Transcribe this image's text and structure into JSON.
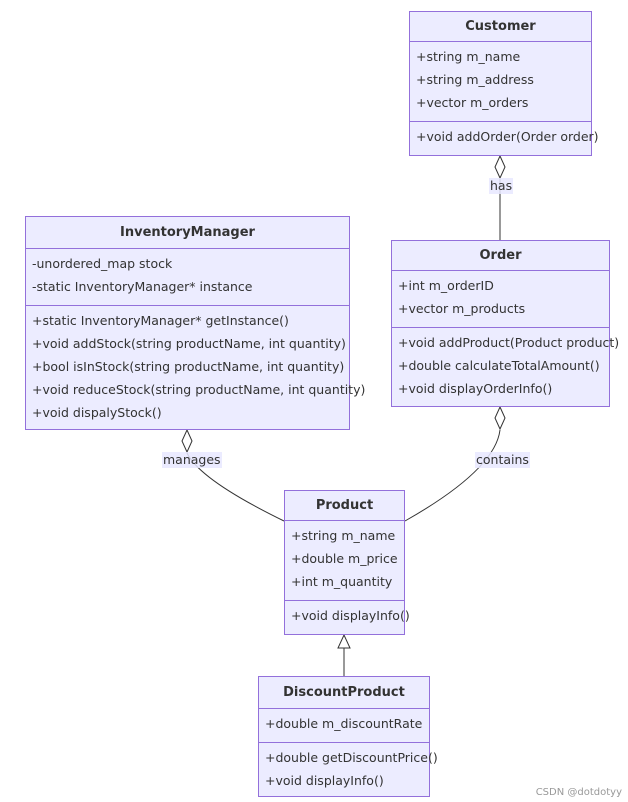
{
  "classes": {
    "customer": {
      "name": "Customer",
      "attributes": [
        "+string m_name",
        "+string m_address",
        "+vector m_orders"
      ],
      "methods": [
        "+void addOrder(Order order)"
      ]
    },
    "order": {
      "name": "Order",
      "attributes": [
        "+int m_orderID",
        "+vector m_products"
      ],
      "methods": [
        "+void addProduct(Product product)",
        "+double calculateTotalAmount()",
        "+void displayOrderInfo()"
      ]
    },
    "inventory": {
      "name": "InventoryManager",
      "attributes": [
        "-unordered_map stock",
        "-static InventoryManager* instance"
      ],
      "methods": [
        "+static InventoryManager* getInstance()",
        "+void addStock(string productName, int quantity)",
        "+bool isInStock(string productName, int quantity)",
        "+void reduceStock(string productName, int quantity)",
        "+void dispalyStock()"
      ]
    },
    "product": {
      "name": "Product",
      "attributes": [
        "+string m_name",
        "+double m_price",
        "+int m_quantity"
      ],
      "methods": [
        "+void displayInfo()"
      ]
    },
    "discount": {
      "name": "DiscountProduct",
      "attributes": [
        "+double m_discountRate"
      ],
      "methods": [
        "+double getDiscountPrice()",
        "+void displayInfo()"
      ]
    }
  },
  "relations": {
    "has": "has",
    "manages": "manages",
    "contains": "contains"
  },
  "colors": {
    "class_fill": "#ececff",
    "class_border": "#9370db",
    "edge": "#333333"
  },
  "watermark": "CSDN @dotdotyy"
}
